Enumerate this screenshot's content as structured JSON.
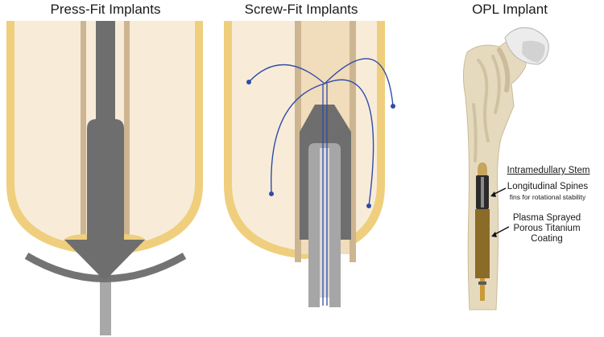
{
  "titles": {
    "press_fit": "Press-Fit Implants",
    "screw_fit": "Screw-Fit Implants",
    "opl": "OPL Implant"
  },
  "labels": {
    "intramedullary_stem": "Intramedullary Stem",
    "longitudinal_spines": "Longitudinal Spines",
    "fins_note": "fins for rotational stability",
    "coating": "Plasma Sprayed Porous Titanium Coating"
  },
  "colors": {
    "bone_cortex": "#efcf7d",
    "marrow": "#f8ecd9",
    "canal_wall": "#cdb592",
    "canal_fill": "#f1dcbb",
    "implant_dark": "#707070",
    "implant_light": "#a3a3a3",
    "wire_blue": "#2f4ba8",
    "femur_bone": "#e6dabe",
    "coating_brown": "#8a6b27"
  }
}
